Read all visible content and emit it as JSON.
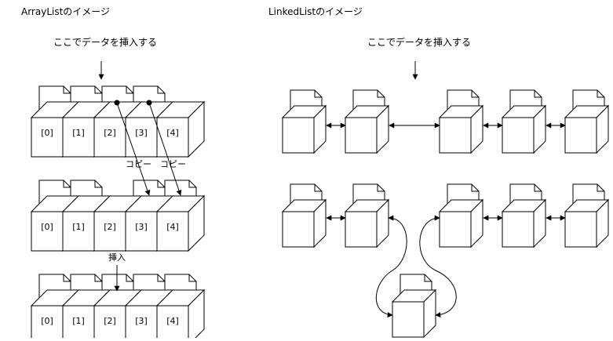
{
  "array_list": {
    "title": "ArrayListのイメージ",
    "insert_caption": "ここでデータを挿入する",
    "copy_label": "コピー",
    "insert_label": "挿入",
    "index_labels": [
      "[0]",
      "[1]",
      "[2]",
      "[3]",
      "[4]"
    ]
  },
  "linked_list": {
    "title": "LinkedListのイメージ",
    "insert_caption": "ここでデータを挿入する"
  }
}
